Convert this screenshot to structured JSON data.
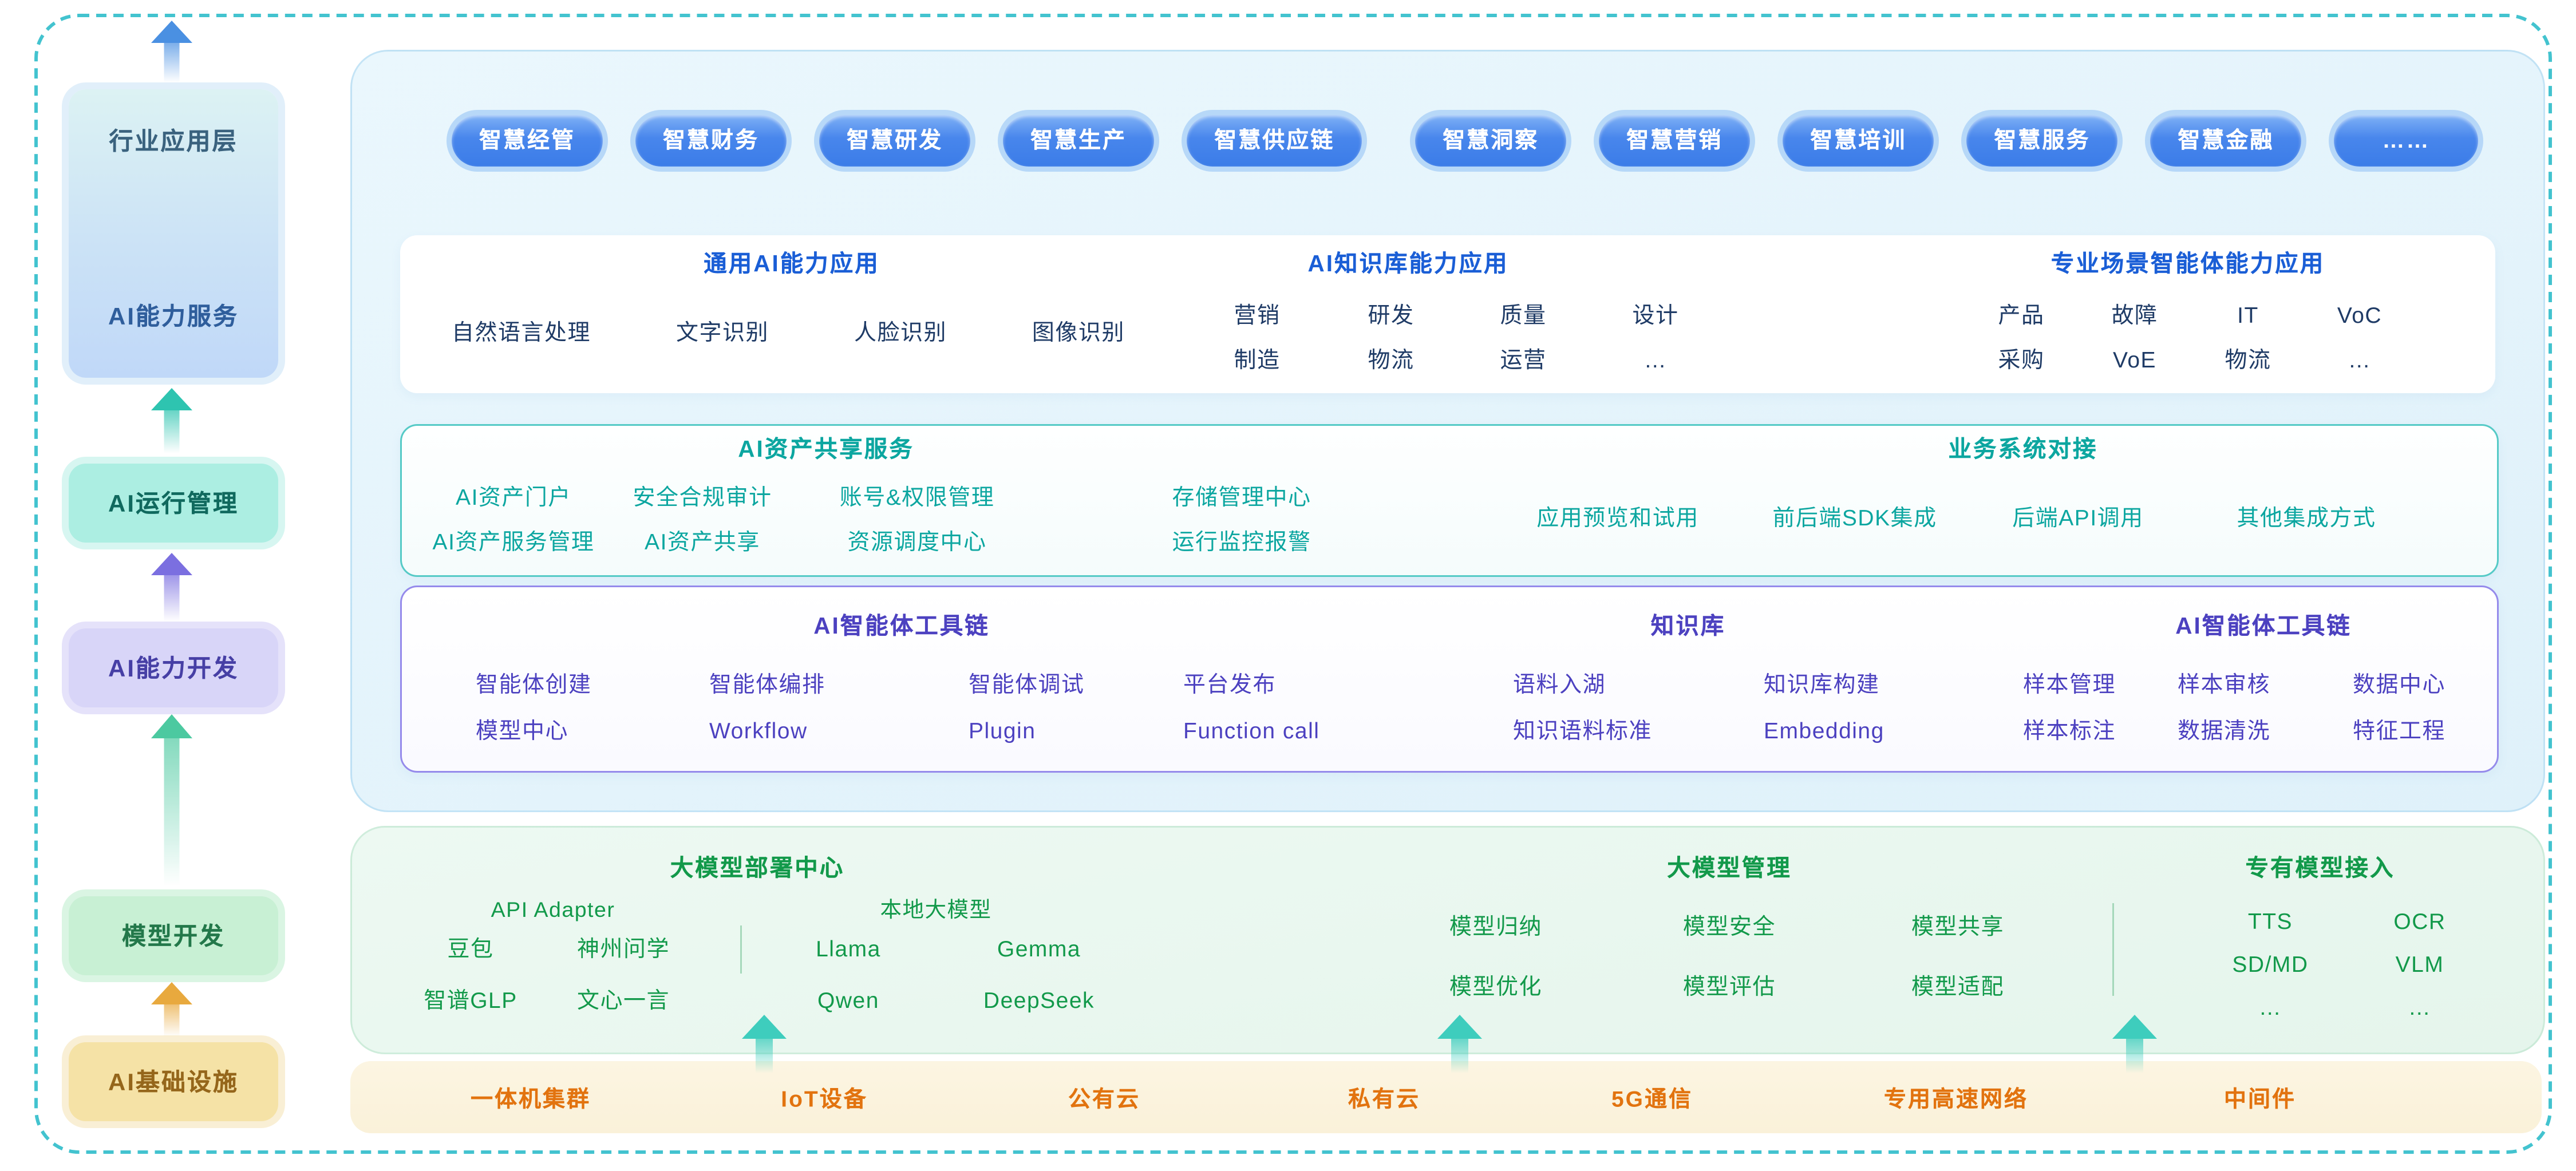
{
  "sidebar": {
    "app": {
      "top": "行业应用层",
      "bottom": "AI能力服务"
    },
    "run": "AI运行管理",
    "dev": "AI能力开发",
    "model": "模型开发",
    "infra": "AI基础设施"
  },
  "apps": {
    "pills": [
      "智慧经管",
      "智慧财务",
      "智慧研发",
      "智慧生产",
      "智慧供应链",
      "智慧洞察",
      "智慧营销",
      "智慧培训",
      "智慧服务",
      "智慧金融",
      "……"
    ]
  },
  "capability": {
    "general": {
      "title": "通用AI能力应用",
      "items": [
        "自然语言处理",
        "文字识别",
        "人脸识别",
        "图像识别"
      ]
    },
    "knowledge": {
      "title": "AI知识库能力应用",
      "cols": [
        [
          "营销",
          "制造"
        ],
        [
          "研发",
          "物流"
        ],
        [
          "质量",
          "运营"
        ],
        [
          "设计",
          "…"
        ]
      ]
    },
    "scenario": {
      "title": "专业场景智能体能力应用",
      "cols": [
        [
          "产品",
          "采购"
        ],
        [
          "故障",
          "VoE"
        ],
        [
          "IT",
          "物流"
        ],
        [
          "VoC",
          "…"
        ]
      ]
    }
  },
  "asset": {
    "share": {
      "title": "AI资产共享服务",
      "cols": [
        [
          "AI资产门户",
          "AI资产服务管理"
        ],
        [
          "安全合规审计",
          "AI资产共享"
        ],
        [
          "账号&权限管理",
          "资源调度中心"
        ],
        [
          "存储管理中心",
          "运行监控报警"
        ]
      ]
    },
    "integration": {
      "title": "业务系统对接",
      "items": [
        "应用预览和试用",
        "前后端SDK集成",
        "后端API调用",
        "其他集成方式"
      ]
    }
  },
  "agent": {
    "toolchain1": {
      "title": "AI智能体工具链",
      "cols": [
        [
          "智能体创建",
          "模型中心"
        ],
        [
          "智能体编排",
          "Workflow"
        ],
        [
          "智能体调试",
          "Plugin"
        ],
        [
          "平台发布",
          "Function call"
        ]
      ]
    },
    "kb": {
      "title": "知识库",
      "cols": [
        [
          "语料入湖",
          "知识语料标准"
        ],
        [
          "知识库构建",
          "Embedding"
        ]
      ]
    },
    "toolchain2": {
      "title": "AI智能体工具链",
      "cols": [
        [
          "样本管理",
          "样本标注"
        ],
        [
          "样本审核",
          "数据清洗"
        ],
        [
          "数据中心",
          "特征工程"
        ]
      ]
    }
  },
  "model": {
    "deploy": {
      "title": "大模型部署中心",
      "api": {
        "title": "API Adapter",
        "cols": [
          [
            "豆包",
            "智谱GLP"
          ],
          [
            "神州问学",
            "文心一言"
          ]
        ]
      },
      "local": {
        "title": "本地大模型",
        "cols": [
          [
            "Llama",
            "Qwen"
          ],
          [
            "Gemma",
            "DeepSeek"
          ]
        ]
      }
    },
    "manage": {
      "title": "大模型管理",
      "cols": [
        [
          "模型归纳",
          "模型优化"
        ],
        [
          "模型安全",
          "模型评估"
        ],
        [
          "模型共享",
          "模型适配"
        ]
      ]
    },
    "custom": {
      "title": "专有模型接入",
      "cols": [
        [
          "TTS",
          "SD/MD",
          "…"
        ],
        [
          "OCR",
          "VLM",
          "…"
        ]
      ]
    }
  },
  "infra": {
    "items": [
      "一体机集群",
      "IoT设备",
      "公有云",
      "私有云",
      "5G通信",
      "专用高速网络",
      "中间件"
    ]
  },
  "colors": {
    "frame_teal": "#43C3CF",
    "pill_blue": "#3E7FE8",
    "header_blue": "#1A5ED6",
    "item_navy": "#1F3B66",
    "teal": "#0CA6A0",
    "purple": "#4C41C0",
    "green": "#12994A",
    "orange": "#E2730F"
  }
}
